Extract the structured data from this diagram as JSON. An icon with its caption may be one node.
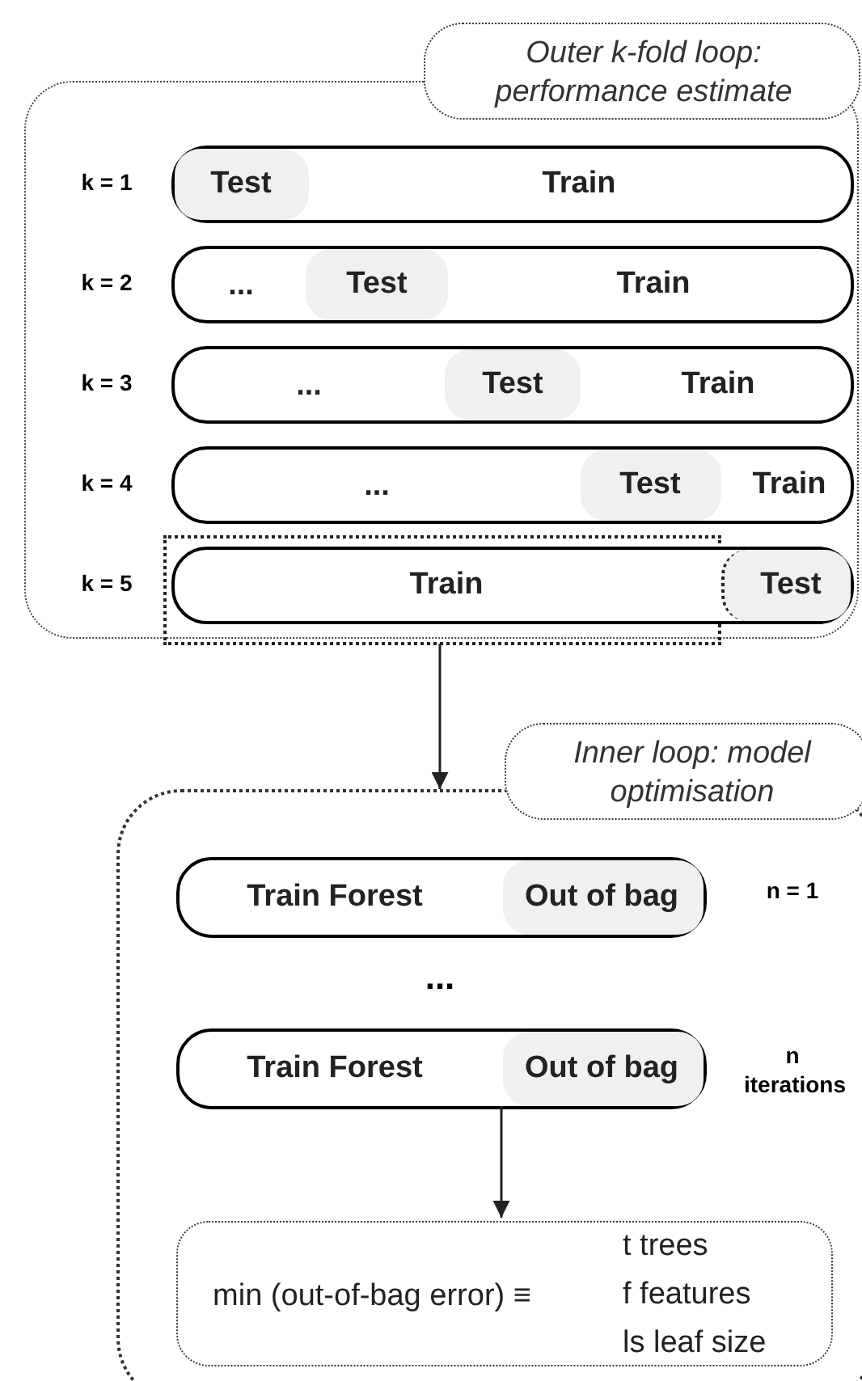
{
  "diagram": {
    "nodes": [
      {
        "text": [],
        "shape": "box"
      },
      {
        "text": [
          "Outer k-fold loop: performance estimate"
        ]
      },
      {
        "text": [
          "Train"
        ],
        "beside": [
          "k = 1"
        ],
        "in": 0
      },
      {
        "text": [
          "Test"
        ],
        "in": 2
      },
      {
        "text": [
          "...",
          "Train"
        ],
        "beside": [
          "k = 2"
        ],
        "in": 0
      },
      {
        "text": [
          "Test"
        ],
        "in": 4
      },
      {
        "text": [
          "...",
          "Train"
        ],
        "beside": [
          "k = 3"
        ],
        "in": 0
      },
      {
        "text": [
          "Test"
        ],
        "in": 6
      },
      {
        "text": [
          "...",
          "Train"
        ],
        "beside": [
          "k = 4"
        ],
        "in": 0
      },
      {
        "text": [
          "Test"
        ],
        "in": 8
      },
      {
        "text": [],
        "shape": "box",
        "in": 0
      },
      {
        "text": [
          "Train"
        ],
        "beside": [
          "k = 5"
        ],
        "in": 0
      },
      {
        "text": [
          "Test"
        ],
        "in": 11
      },
      {
        "text": [],
        "shape": "box"
      },
      {
        "text": [
          "Inner loop: model optimisation"
        ]
      },
      {
        "text": [
          "Train Forest"
        ],
        "beside": [
          "n = 1"
        ],
        "in": 13
      },
      {
        "text": [
          "Out of bag"
        ],
        "in": 15
      },
      {
        "text": [
          "Train Forest"
        ],
        "beside": [
          "n iterations"
        ],
        "in": 13
      },
      {
        "text": [
          "Out of bag"
        ],
        "in": 17
      },
      {
        "text": [
          "min (out-of-bag error) ≡",
          "t trees",
          "f features",
          "ls leaf size"
        ],
        "in": 13
      }
    ],
    "edges": [
      {
        "from": 10,
        "to": 13,
        "arrow": "to"
      },
      {
        "from": 17,
        "to": 19,
        "arrow": "to"
      }
    ],
    "labels": [
      "..."
    ]
  }
}
